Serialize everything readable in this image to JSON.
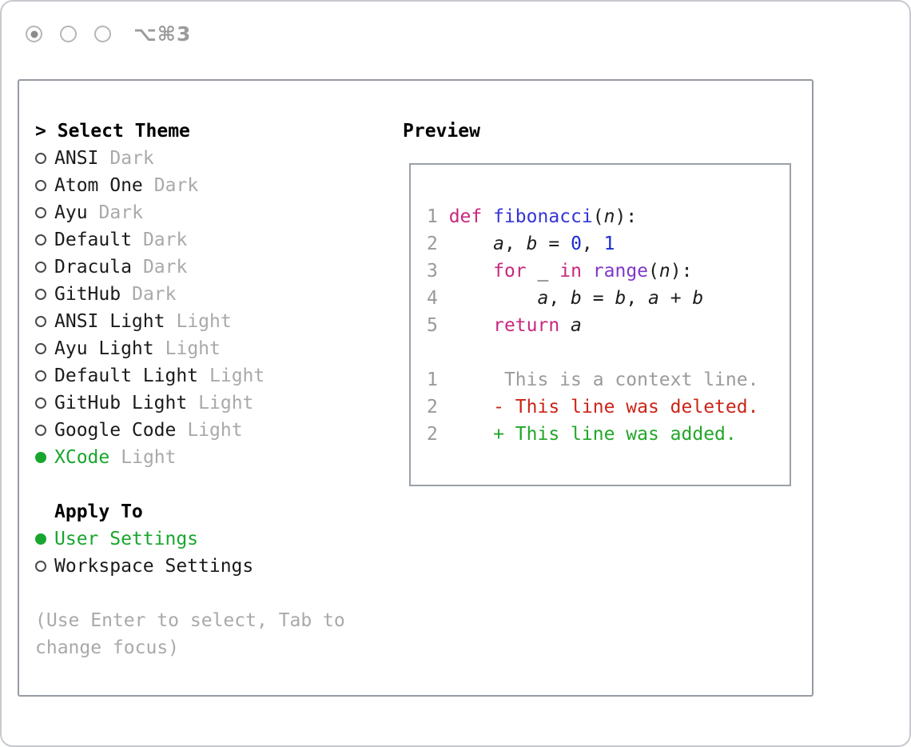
{
  "window": {
    "shortcut": "⌥⌘3",
    "tab_dots": [
      true,
      false,
      false
    ]
  },
  "theme_selector": {
    "prompt_char": ">",
    "title": "Select Theme",
    "items": [
      {
        "name": "ANSI",
        "variant": "Dark",
        "selected": false
      },
      {
        "name": "Atom One",
        "variant": "Dark",
        "selected": false
      },
      {
        "name": "Ayu",
        "variant": "Dark",
        "selected": false
      },
      {
        "name": "Default",
        "variant": "Dark",
        "selected": false
      },
      {
        "name": "Dracula",
        "variant": "Dark",
        "selected": false
      },
      {
        "name": "GitHub",
        "variant": "Dark",
        "selected": false
      },
      {
        "name": "ANSI Light",
        "variant": "Light",
        "selected": false
      },
      {
        "name": "Ayu Light",
        "variant": "Light",
        "selected": false
      },
      {
        "name": "Default Light",
        "variant": "Light",
        "selected": false
      },
      {
        "name": "GitHub Light",
        "variant": "Light",
        "selected": false
      },
      {
        "name": "Google Code",
        "variant": "Light",
        "selected": false
      },
      {
        "name": "XCode",
        "variant": "Light",
        "selected": true
      }
    ]
  },
  "apply_to": {
    "title": "Apply To",
    "items": [
      {
        "name": "User Settings",
        "selected": true
      },
      {
        "name": "Workspace Settings",
        "selected": false
      }
    ]
  },
  "hint": "(Use Enter to select, Tab to change focus)",
  "preview": {
    "title": "Preview",
    "code_lines": [
      {
        "num": "1",
        "tokens": [
          [
            "kw",
            "def"
          ],
          [
            "pl",
            " "
          ],
          [
            "fn",
            "fibonacci"
          ],
          [
            "pl",
            "("
          ],
          [
            "var",
            "n"
          ],
          [
            "pl",
            "):"
          ]
        ]
      },
      {
        "num": "2",
        "tokens": [
          [
            "pl",
            "    "
          ],
          [
            "var",
            "a"
          ],
          [
            "pl",
            ", "
          ],
          [
            "var",
            "b"
          ],
          [
            "pl",
            " = "
          ],
          [
            "num",
            "0"
          ],
          [
            "pl",
            ", "
          ],
          [
            "num",
            "1"
          ]
        ]
      },
      {
        "num": "3",
        "tokens": [
          [
            "pl",
            "    "
          ],
          [
            "kw",
            "for"
          ],
          [
            "pl",
            " "
          ],
          [
            "var",
            "_"
          ],
          [
            "pl",
            " "
          ],
          [
            "kw",
            "in"
          ],
          [
            "pl",
            " "
          ],
          [
            "bi",
            "range"
          ],
          [
            "pl",
            "("
          ],
          [
            "var",
            "n"
          ],
          [
            "pl",
            "):"
          ]
        ]
      },
      {
        "num": "4",
        "tokens": [
          [
            "pl",
            "        "
          ],
          [
            "var",
            "a"
          ],
          [
            "pl",
            ", "
          ],
          [
            "var",
            "b"
          ],
          [
            "pl",
            " = "
          ],
          [
            "var",
            "b"
          ],
          [
            "pl",
            ", "
          ],
          [
            "var",
            "a"
          ],
          [
            "pl",
            " + "
          ],
          [
            "var",
            "b"
          ]
        ]
      },
      {
        "num": "5",
        "tokens": [
          [
            "pl",
            "    "
          ],
          [
            "kw",
            "return"
          ],
          [
            "pl",
            " "
          ],
          [
            "var",
            "a"
          ]
        ]
      }
    ],
    "diff_lines": [
      {
        "num": "1",
        "type": "context",
        "text": "     This is a context line."
      },
      {
        "num": "2",
        "type": "deleted",
        "text": "    - This line was deleted."
      },
      {
        "num": "2",
        "type": "added",
        "text": "    + This line was added."
      }
    ]
  },
  "colors": {
    "accent-green": "#18a62e",
    "kw": "#c7297f",
    "fn": "#3534d8",
    "number": "#1b2bd5",
    "bi": "#8038c8",
    "diff-context": "#9b9b9b",
    "diff-deleted": "#cc2418",
    "diff-added": "#23a62a"
  }
}
